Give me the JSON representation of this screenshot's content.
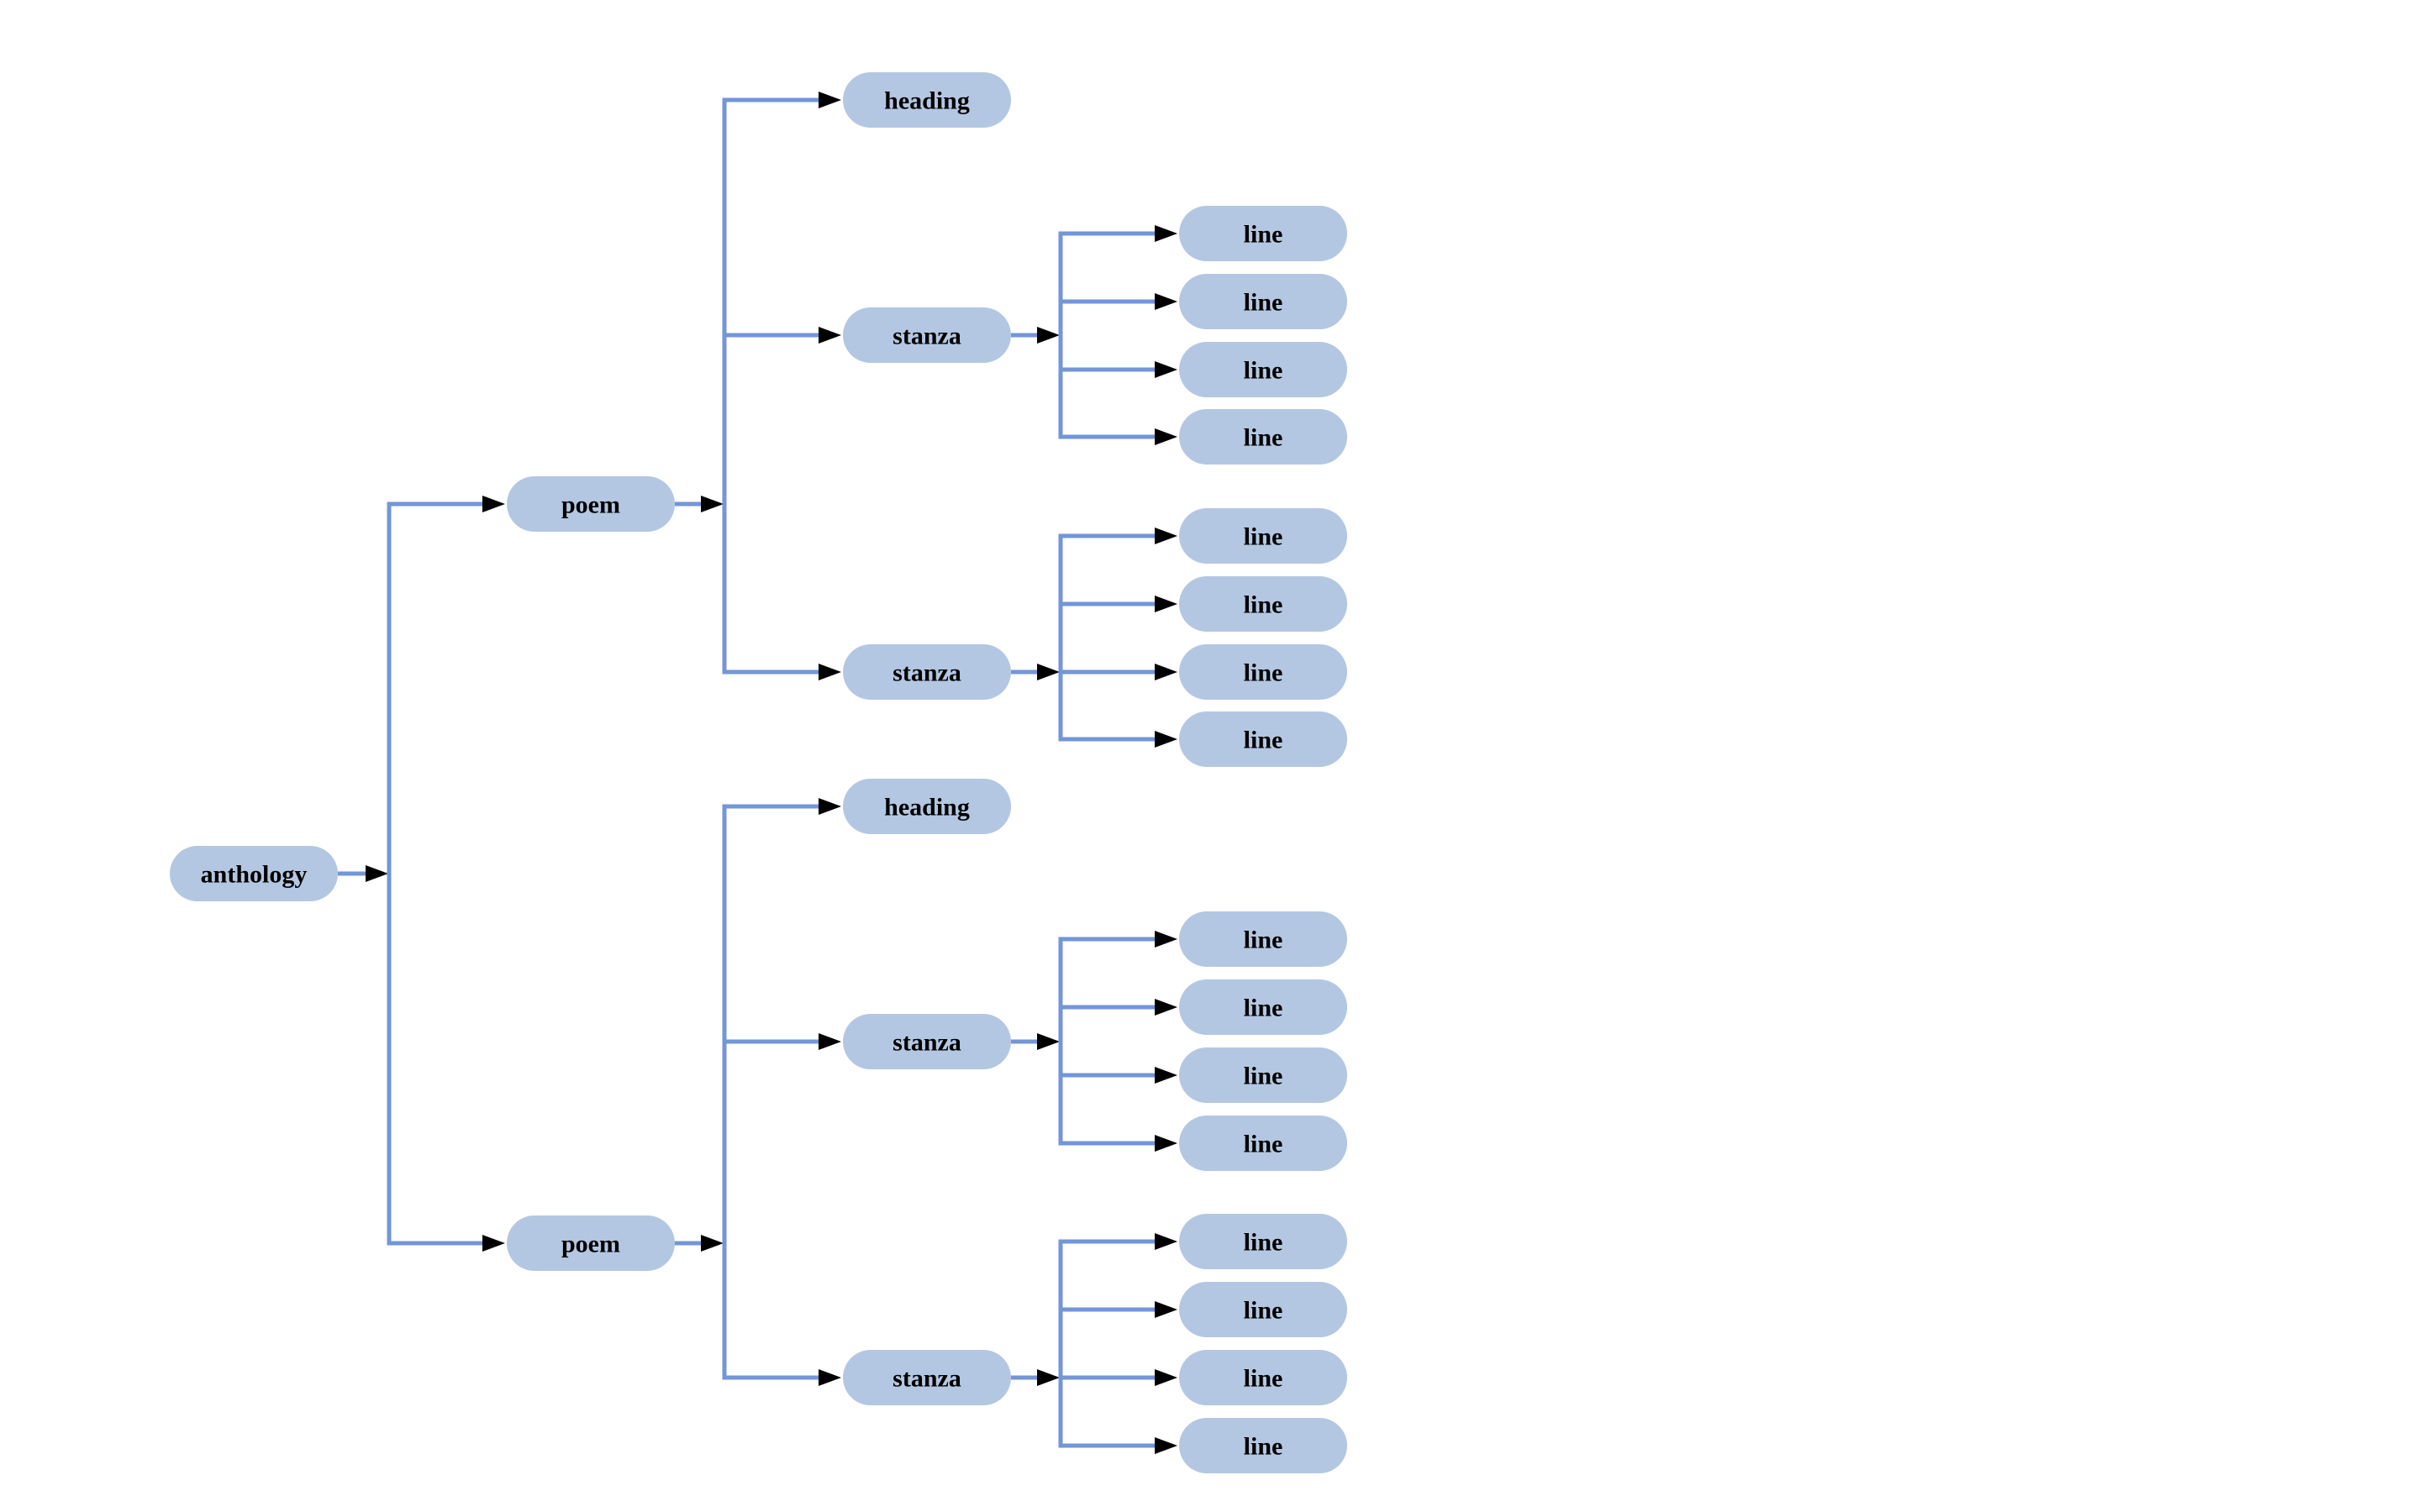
{
  "diagram": {
    "description": "XML document structure tree",
    "colors": {
      "background": "#ffffff",
      "node_fill": "#b4c7e2",
      "edge": "#7296d8",
      "arrow": "#000000",
      "text": "#000000"
    },
    "tree": {
      "label": "anthology",
      "children": [
        {
          "label": "poem",
          "children": [
            {
              "label": "heading",
              "children": []
            },
            {
              "label": "stanza",
              "children": [
                {
                  "label": "line",
                  "children": []
                },
                {
                  "label": "line",
                  "children": []
                },
                {
                  "label": "line",
                  "children": []
                },
                {
                  "label": "line",
                  "children": []
                }
              ]
            },
            {
              "label": "stanza",
              "children": [
                {
                  "label": "line",
                  "children": []
                },
                {
                  "label": "line",
                  "children": []
                },
                {
                  "label": "line",
                  "children": []
                },
                {
                  "label": "line",
                  "children": []
                }
              ]
            }
          ]
        },
        {
          "label": "poem",
          "children": [
            {
              "label": "heading",
              "children": []
            },
            {
              "label": "stanza",
              "children": [
                {
                  "label": "line",
                  "children": []
                },
                {
                  "label": "line",
                  "children": []
                },
                {
                  "label": "line",
                  "children": []
                },
                {
                  "label": "line",
                  "children": []
                }
              ]
            },
            {
              "label": "stanza",
              "children": [
                {
                  "label": "line",
                  "children": []
                },
                {
                  "label": "line",
                  "children": []
                },
                {
                  "label": "line",
                  "children": []
                },
                {
                  "label": "line",
                  "children": []
                }
              ]
            }
          ]
        }
      ]
    }
  }
}
